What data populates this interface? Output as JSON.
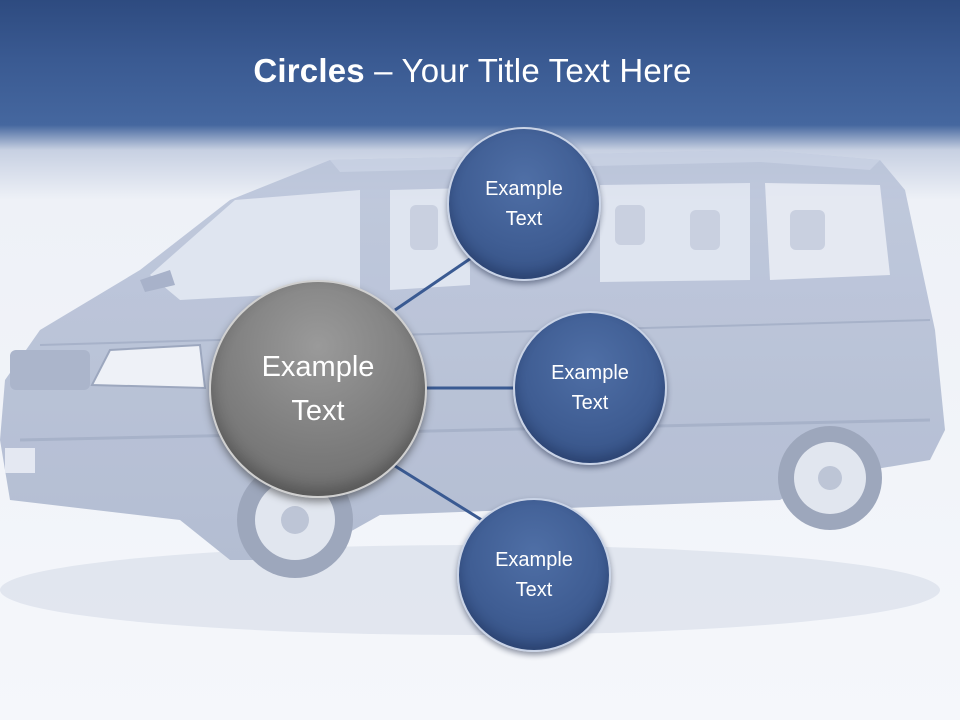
{
  "slide": {
    "title_bold": "Circles",
    "title_rest": " – Your Title Text Here",
    "center_circle": {
      "line1": "Example",
      "line2": "Text"
    },
    "satellites": [
      {
        "line1": "Example",
        "line2": "Text"
      },
      {
        "line1": "Example",
        "line2": "Text"
      },
      {
        "line1": "Example",
        "line2": "Text"
      }
    ]
  },
  "colors": {
    "header_blue": "#3a5a92",
    "circle_blue": "#3f5d93",
    "circle_gray": "#7d7d7d",
    "connector": "#3a5a92"
  },
  "icons": [
    "van-illustration"
  ]
}
